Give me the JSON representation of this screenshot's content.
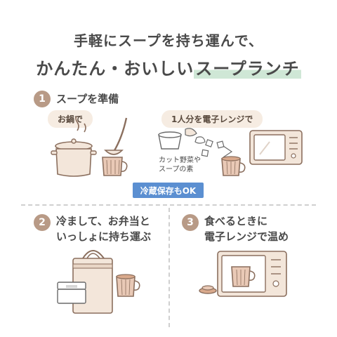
{
  "header": {
    "line1": "手軽にスープを持ち運んで、",
    "line2_plain": "かんたん・おいしい",
    "line2_accent": "スープランチ"
  },
  "step1": {
    "number": "1",
    "title": "スープを準備",
    "option_pot": "お鍋で",
    "option_microwave": "1人分を電子レンジで",
    "ingredients_note_line1": "カット野菜や",
    "ingredients_note_line2": "スープの素",
    "badge": "冷蔵保存もOK"
  },
  "step2": {
    "number": "2",
    "title_line1": "冷まして、お弁当と",
    "title_line2": "いっしょに持ち運ぶ"
  },
  "step3": {
    "number": "3",
    "title_line1": "食べるときに",
    "title_line2": "電子レンジで温め"
  },
  "colors": {
    "accent_band": "#cfe7d6",
    "step_circle": "#b89a86",
    "pill_bg": "#f6ece2",
    "badge_blue": "#5b8fd1",
    "illustration_fill": "#f3e6da",
    "illustration_line": "#8b6f5e"
  }
}
